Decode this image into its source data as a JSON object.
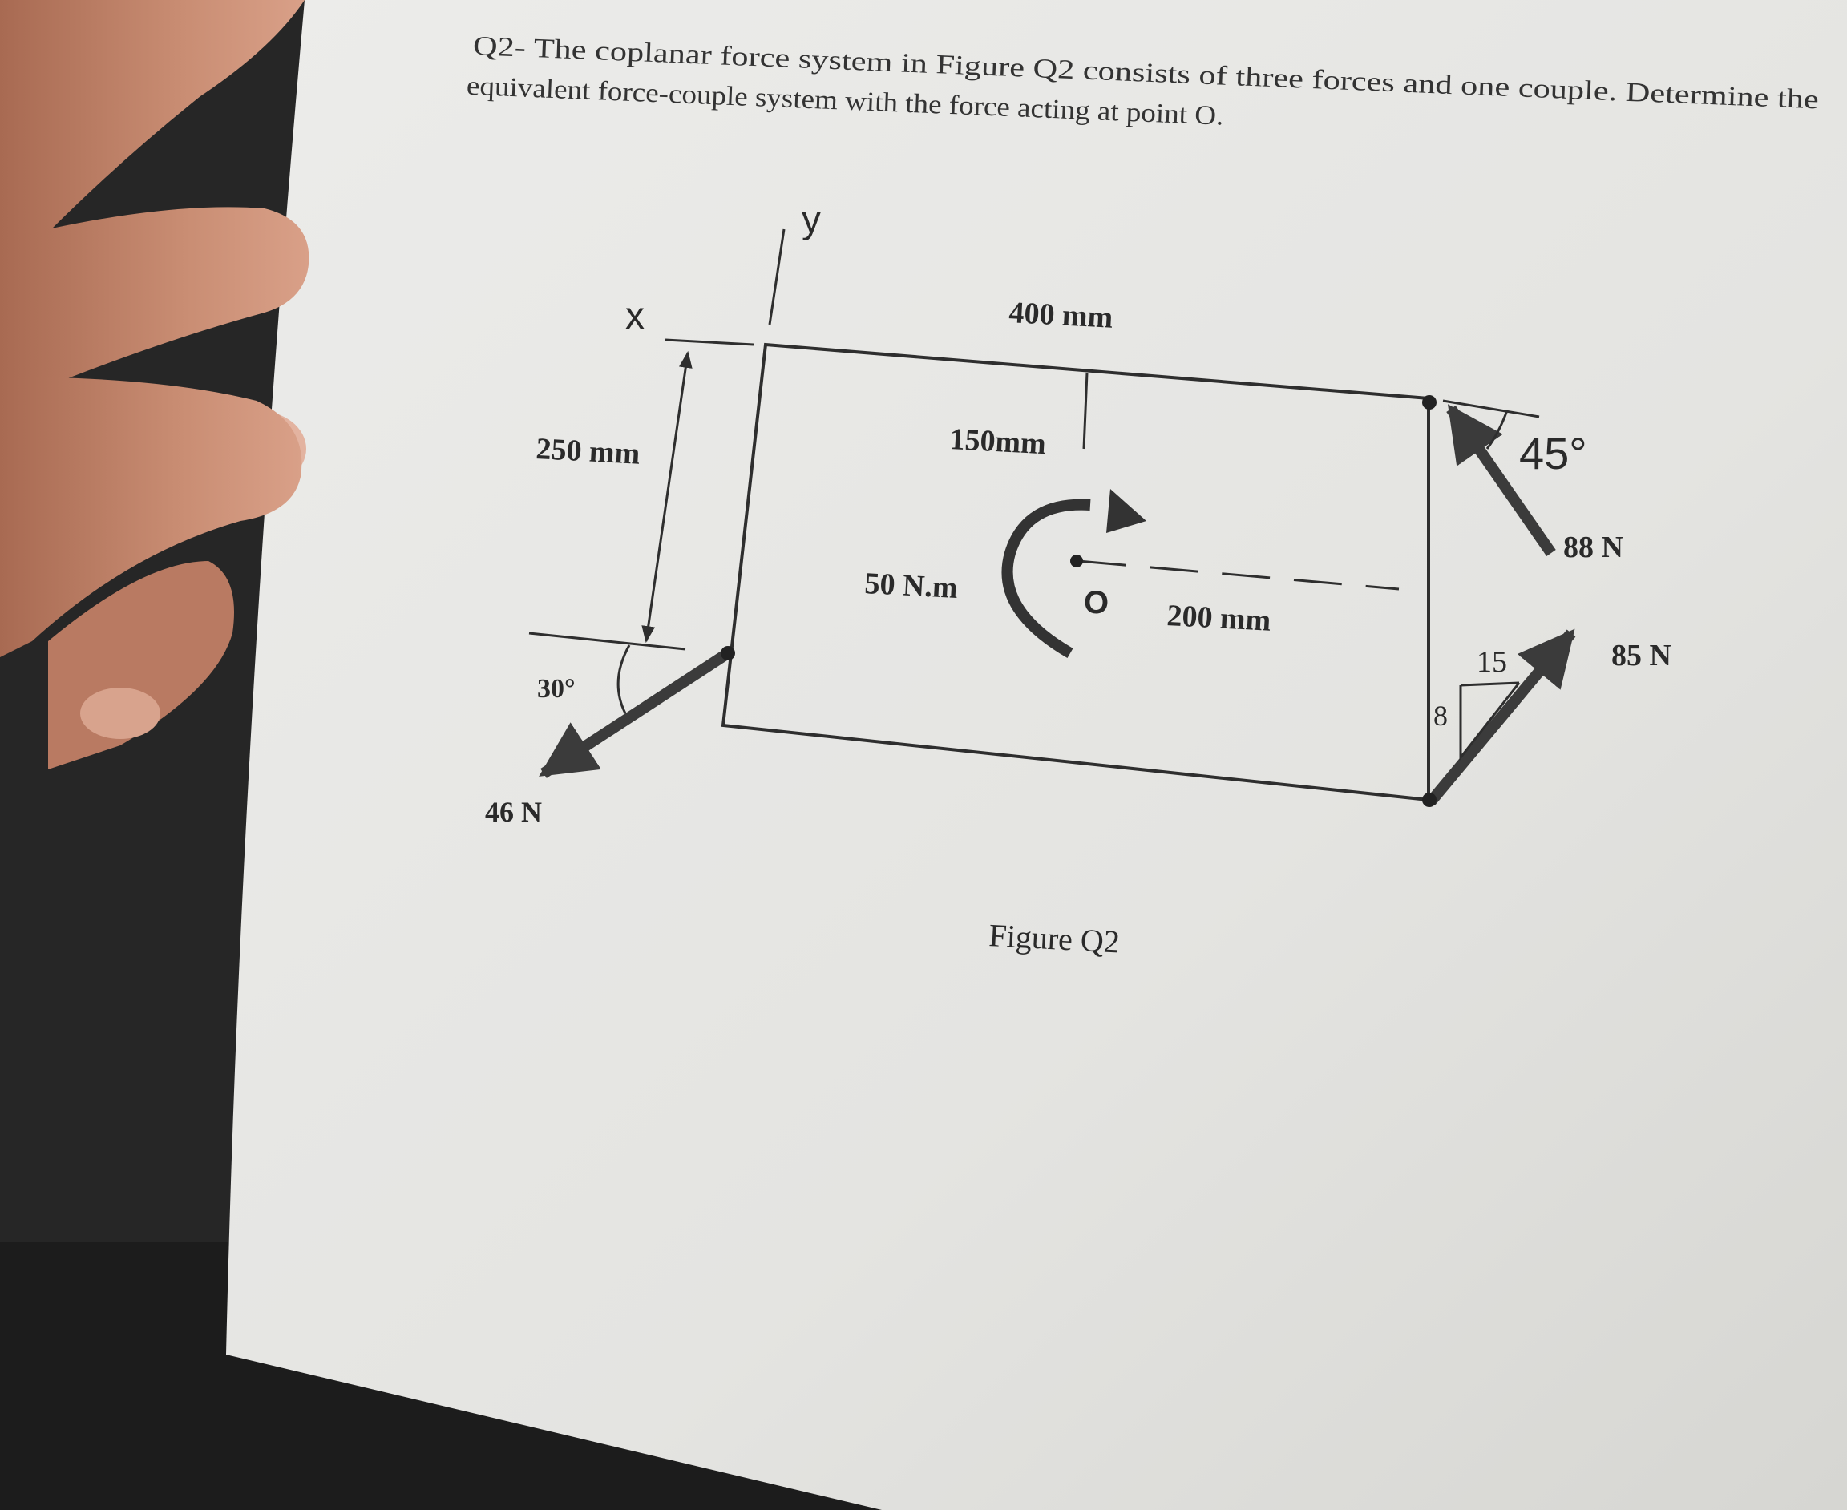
{
  "question": {
    "line1": "Q2- The coplanar force system in Figure Q2 consists of three forces and one couple. Determine the",
    "line2": "equivalent force-couple system with the force acting at point O."
  },
  "diagram": {
    "y_axis_label": "y",
    "x_axis_label": "x",
    "dim_width": "400 mm",
    "dim_height": "250 mm",
    "dim_150": "150mm",
    "dim_200": "200 mm",
    "couple_label": "50 N.m",
    "point_label": "O",
    "force_88": "88 N",
    "angle_45": "45°",
    "force_85": "85 N",
    "slope_15": "15",
    "slope_8": "8",
    "force_46": "46 N",
    "angle_30": "30°",
    "caption": "Figure Q2"
  },
  "colors": {
    "paper": "#e6e6e3",
    "ink": "#2e2e2e",
    "arrow": "#3b3b3b",
    "skin": "#c98d73",
    "background": "#2a2a2a"
  }
}
